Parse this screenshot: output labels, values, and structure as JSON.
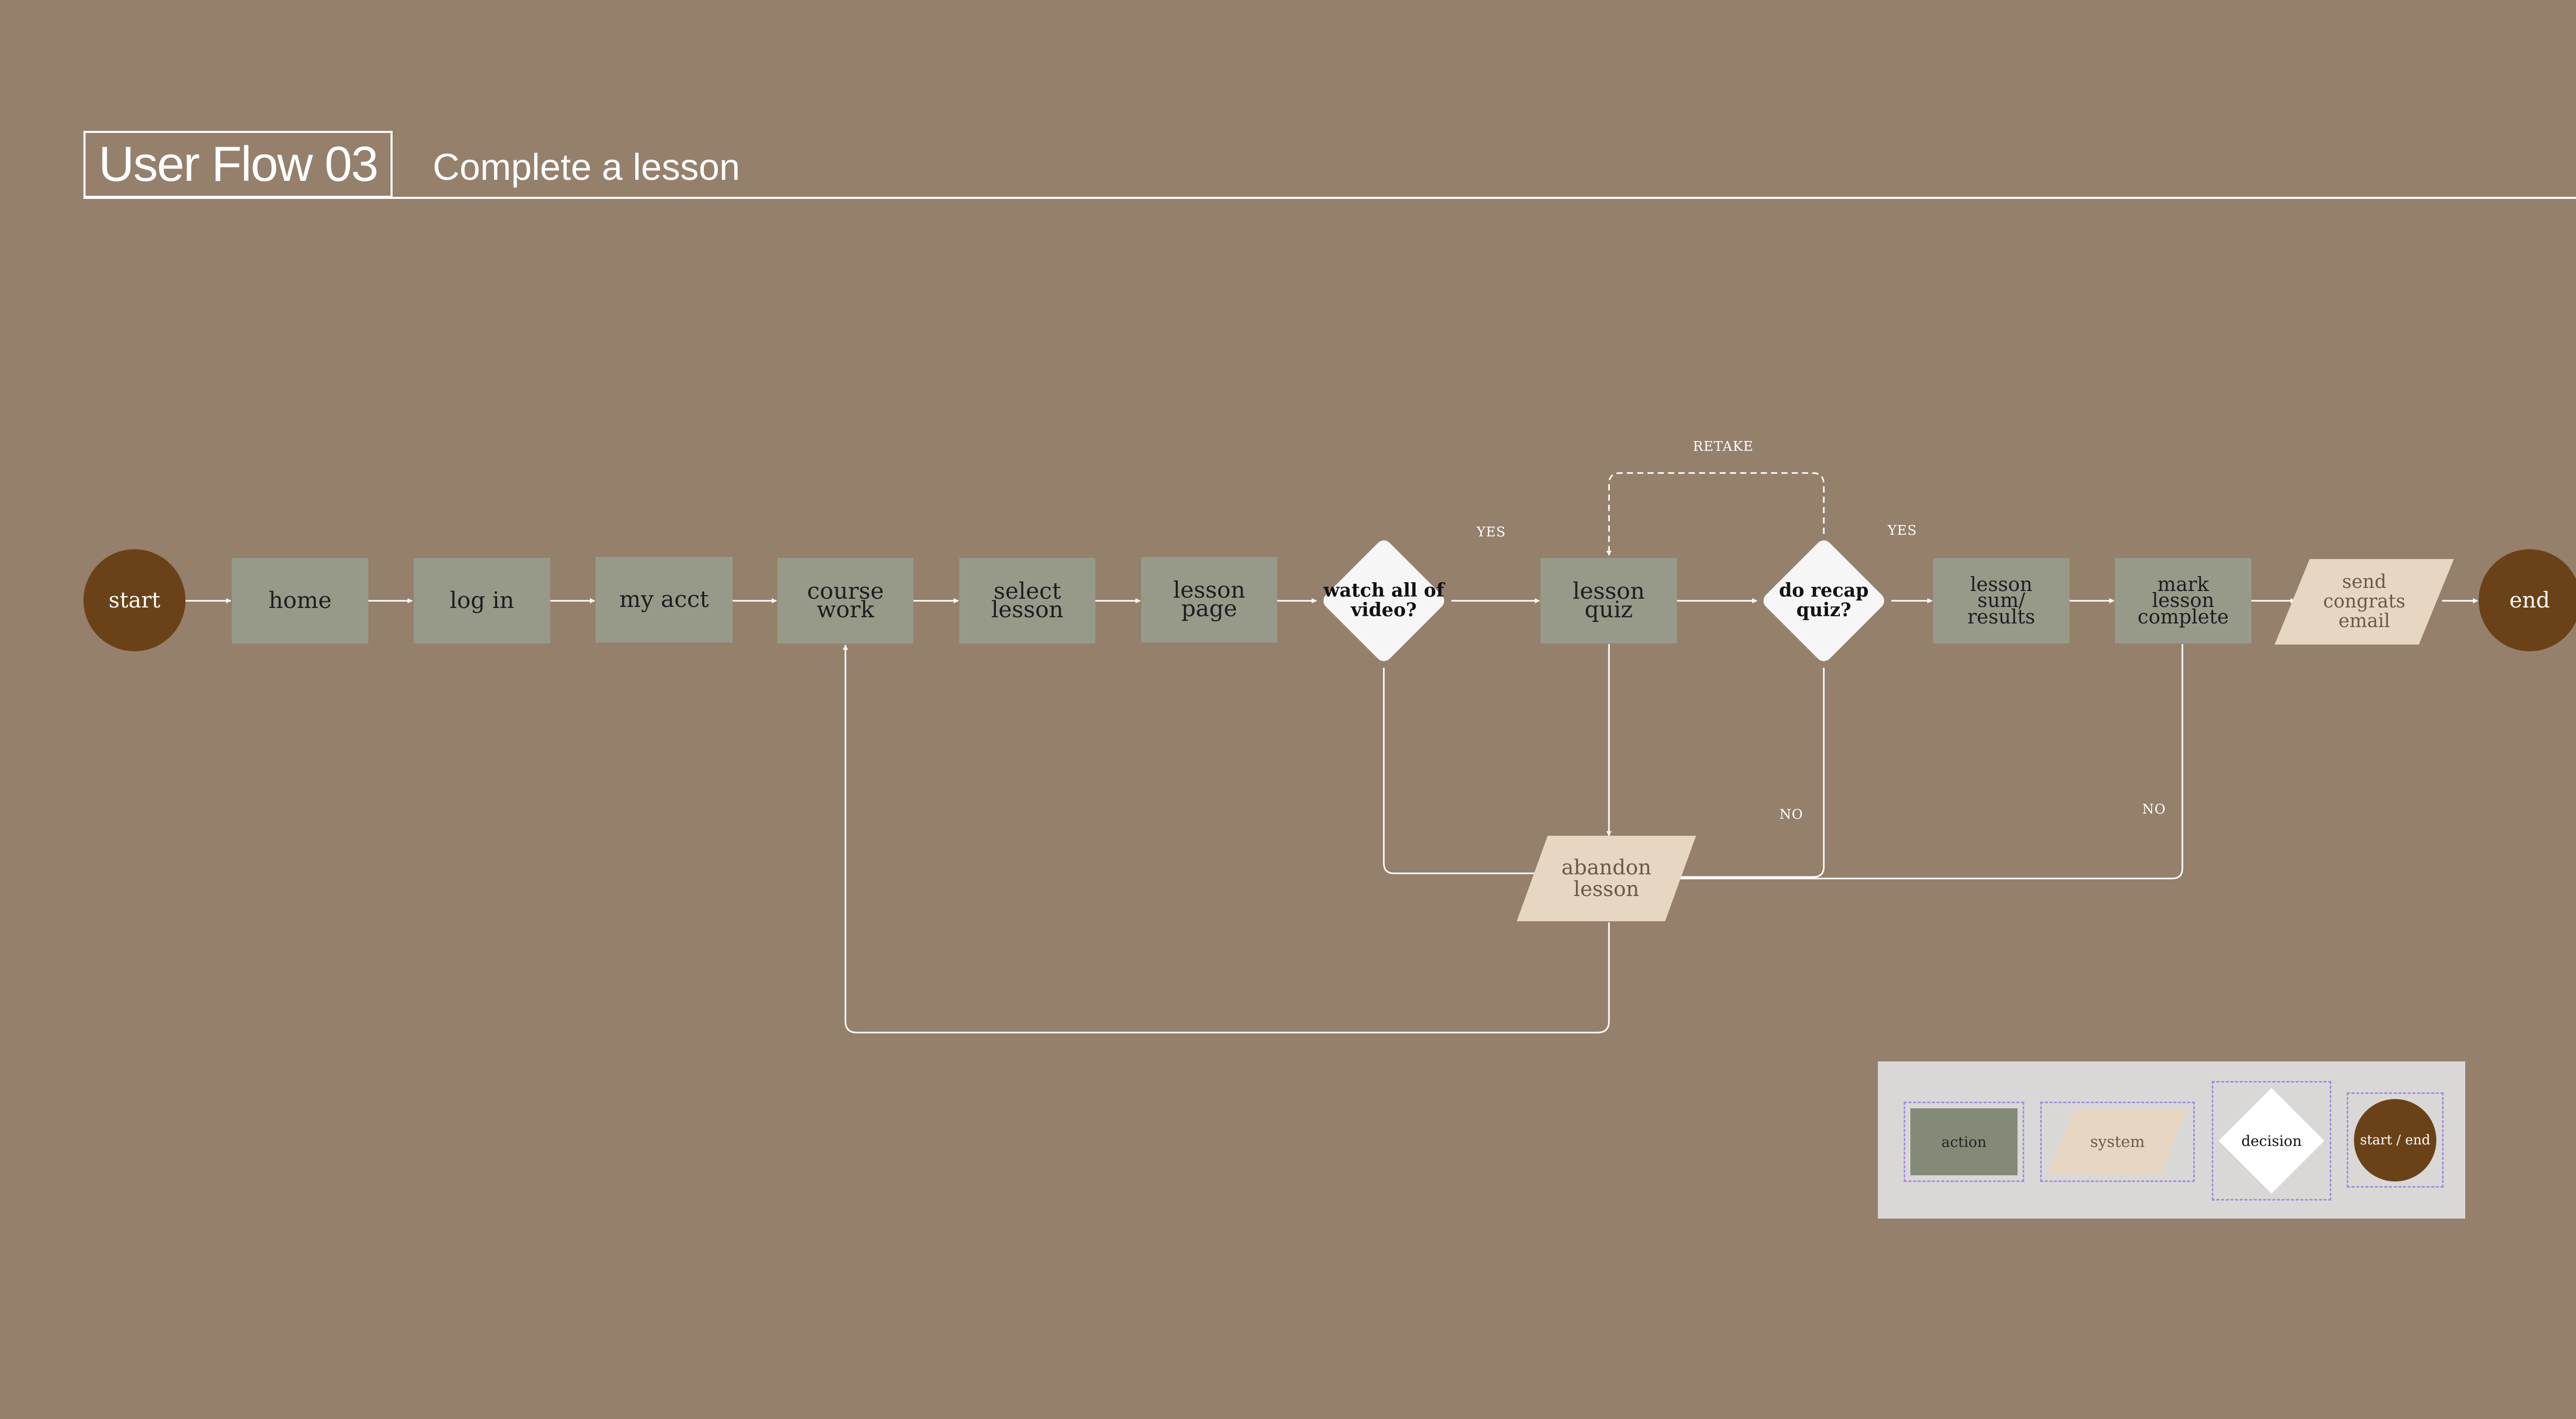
{
  "header": {
    "title": "User Flow 03",
    "subtitle": "Complete a lesson"
  },
  "colors": {
    "background": "#95806C",
    "action": "#979A89",
    "system": "#E6D6C2",
    "decision": "#F6F6F6",
    "terminal": "#6B4218",
    "line": "#FFFFFF",
    "legend_background": "#D9D8D7",
    "legend_border": "#A58BE0"
  },
  "nodes": {
    "start": "start",
    "home": "home",
    "log_in": "log in",
    "my_acct": "my acct",
    "course_work": "course\nwork",
    "select_lesson": "select\nlesson",
    "lesson_page": "lesson\npage",
    "watch_video": "watch all of\nvideo?",
    "lesson_quiz": "lesson\nquiz",
    "recap_quiz": "do recap\nquiz?",
    "lesson_results": "lesson\nsum/\nresults",
    "mark_complete": "mark\nlesson\ncomplete",
    "send_email": "send\ncongrats\nemail",
    "end": "end",
    "abandon_lesson": "abandon\nlesson"
  },
  "edge_labels": {
    "retake": "RETAKE",
    "yes_video": "YES",
    "yes_recap": "YES",
    "no_recap": "NO",
    "no_mark": "NO"
  },
  "legend": {
    "action": "action",
    "system": "system",
    "decision": "decision",
    "start_end": "start / end"
  }
}
